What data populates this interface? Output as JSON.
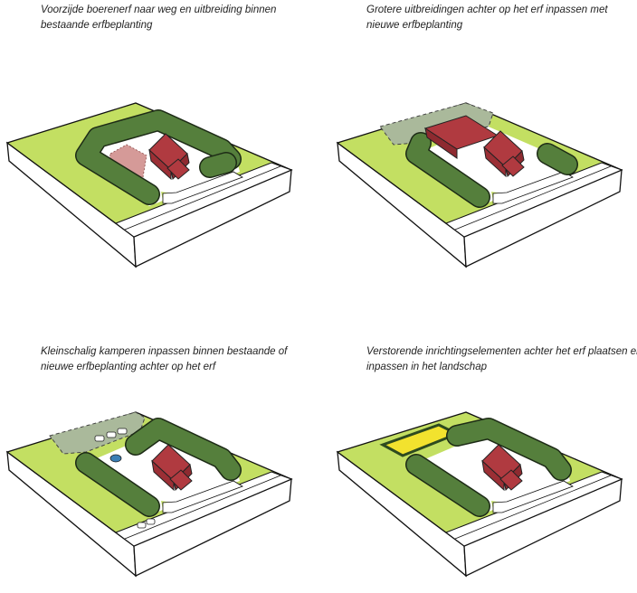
{
  "panels": [
    {
      "caption_line1": "Voorzijde boerenerf naar weg en uitbreiding binnen",
      "caption_line2": "bestaande erfbeplanting",
      "variant": "front-extension"
    },
    {
      "caption_line1": "Grotere uitbreidingen achter op het erf inpassen met",
      "caption_line2": "nieuwe erfbeplanting",
      "variant": "rear-barn"
    },
    {
      "caption_line1": "Kleinschalig kamperen inpassen binnen bestaande of",
      "caption_line2": "nieuwe erfbeplanting achter op het erf",
      "variant": "camping"
    },
    {
      "caption_line1": "Verstorende inrichtingselementen achter het erf plaatsen en",
      "caption_line2": "inpassen in het landschap",
      "variant": "yard-storage"
    }
  ],
  "colors": {
    "grass": "#c3df62",
    "hedge": "#557f3c",
    "house": "#b03a40",
    "extension": "#d59a98",
    "new_planting": "#aab99b",
    "storage": "#f2e22e",
    "pond": "#3a7fb5"
  }
}
